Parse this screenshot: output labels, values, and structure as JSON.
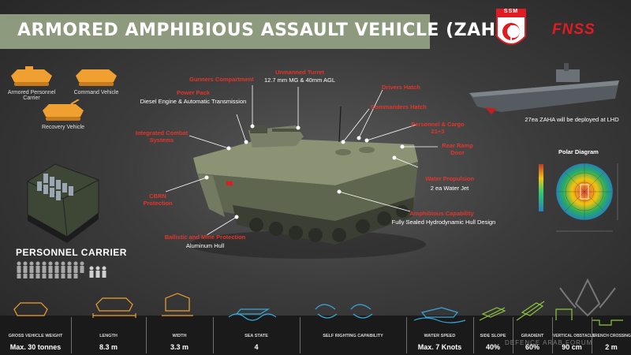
{
  "title": "ARMORED AMPHIBIOUS ASSAULT VEHICLE (ZAHA)",
  "logos": {
    "ssm": "SSM",
    "fnss": "FNSS"
  },
  "variants": [
    {
      "label": "Armored Personnel\nCarrier"
    },
    {
      "label": "Command Vehicle"
    },
    {
      "label": "Recovery Vehicle"
    }
  ],
  "callouts": {
    "unmanned_turret": "Unmanned Turret",
    "unmanned_turret_detail": "12.7 mm MG & 40mm AGL",
    "gunners_compartment": "Gunners Compartment",
    "power_pack": "Power Pack",
    "power_pack_detail": "Diesel Engine & Automatic Transmission",
    "drivers_hatch": "Drivers Hatch",
    "commanders_hatch": "Commanders Hatch",
    "personnel_cargo": "Personnel & Cargo",
    "personnel_cargo_2": "21+3",
    "integrated_combat": "Integrated Combat",
    "integrated_combat_2": "Systems",
    "rear_ramp": "Rear Ramp",
    "rear_ramp_2": "Door",
    "water_propulsion": "Water Propulsion",
    "water_propulsion_detail": "2 ea Water Jet",
    "cbrn": "CBRN",
    "cbrn_2": "Protection",
    "amphibious": "Amphibious Capability",
    "amphibious_detail": "Fully Sealed Hydrodynamic Hull Design",
    "ballistic": "Ballistic and Mine Protection",
    "ballistic_detail": "Aluminum Hull"
  },
  "personnel_title": "PERSONNEL CARRIER",
  "ship_caption": "27ea ZAHA will be deployed at LHD",
  "polar_title": "Polar Diagram",
  "specs": [
    {
      "head": "GROSS VEHICLE WEIGHT",
      "value": "Max. 30 tonnes"
    },
    {
      "head": "LENGTH",
      "value": "8.3 m"
    },
    {
      "head": "WIDTH",
      "value": "3.3 m"
    },
    {
      "head": "SEA STATE",
      "value": "4"
    },
    {
      "head": "SELF RIGHTING CAPABILITY",
      "value": ""
    },
    {
      "head": "WATER SPEED",
      "value": "Max. 7 Knots"
    },
    {
      "head": "SIDE SLOPE",
      "value": "40%"
    },
    {
      "head": "GRADIENT",
      "value": "60%"
    },
    {
      "head": "VERTICAL OBSTACLE",
      "value": "90 cm"
    },
    {
      "head": "TRENCH CROSSING",
      "value": "2 m"
    }
  ],
  "watermark": "DEFENCE ARAB FORUM",
  "colors": {
    "banner": "#8d9a7d",
    "accent_red": "#e3352c",
    "orange": "#f0a030",
    "water": "#38a8d8"
  }
}
